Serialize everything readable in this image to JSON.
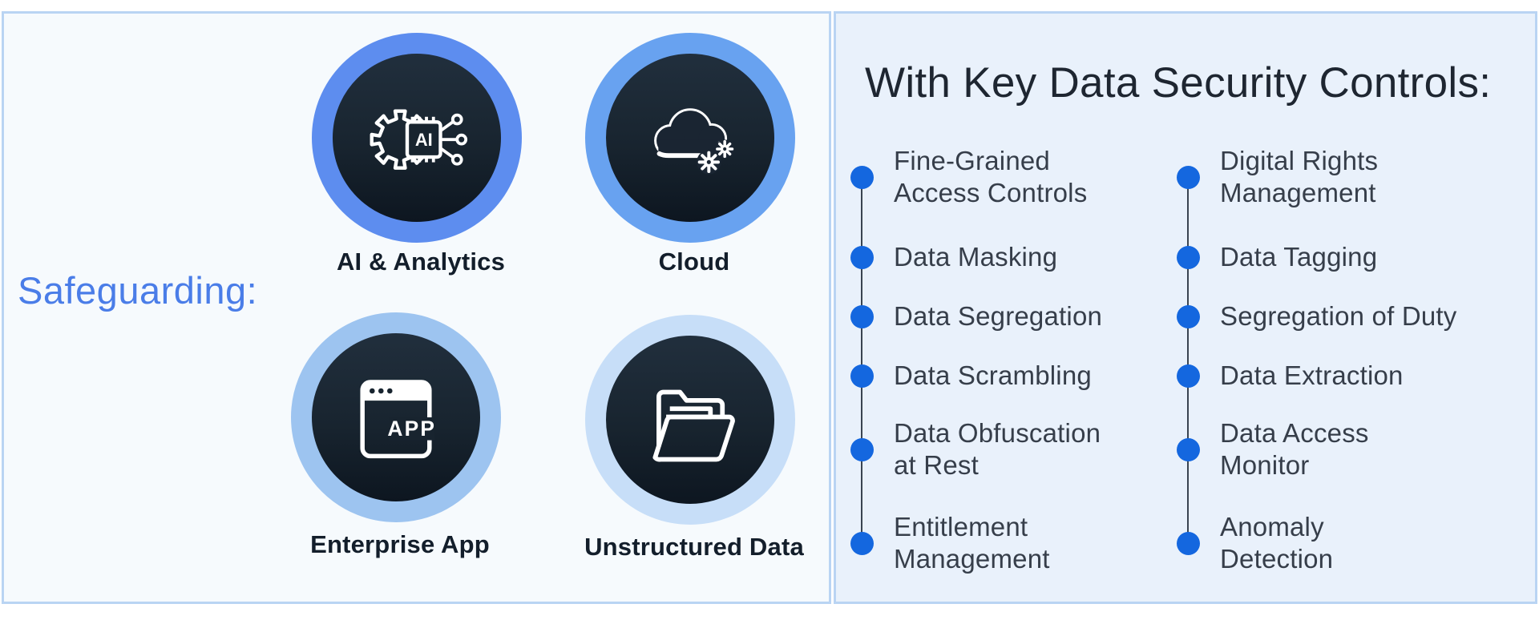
{
  "left_panel": {
    "heading": "Safeguarding:",
    "cards": [
      {
        "label": "AI & Analytics",
        "icon": "ai-chip-gear-icon",
        "ring_color": "#5d8def",
        "chip_text": "AI"
      },
      {
        "label": "Cloud",
        "icon": "cloud-gears-icon",
        "ring_color": "#68a2f0"
      },
      {
        "label": "Enterprise App",
        "icon": "app-window-icon",
        "ring_color": "#9dc4f0",
        "window_text": "APP"
      },
      {
        "label": "Unstructured Data",
        "icon": "open-folder-icon",
        "ring_color": "#c7def8"
      }
    ]
  },
  "right_panel": {
    "title": "With Key Data Security Controls:",
    "bullet_color": "#1467df",
    "columns": [
      {
        "items": [
          {
            "lines": [
              "Fine-Grained",
              "Access Controls"
            ]
          },
          {
            "lines": [
              "Data Masking"
            ]
          },
          {
            "lines": [
              "Data Segregation"
            ]
          },
          {
            "lines": [
              "Data Scrambling"
            ]
          },
          {
            "lines": [
              "Data Obfuscation",
              "at Rest"
            ]
          },
          {
            "lines": [
              "Entitlement",
              "Management"
            ]
          }
        ]
      },
      {
        "items": [
          {
            "lines": [
              "Digital Rights",
              "Management"
            ]
          },
          {
            "lines": [
              "Data Tagging"
            ]
          },
          {
            "lines": [
              "Segregation of Duty"
            ]
          },
          {
            "lines": [
              "Data Extraction"
            ]
          },
          {
            "lines": [
              "Data Access",
              "Monitor"
            ]
          },
          {
            "lines": [
              "Anomaly",
              "Detection"
            ]
          }
        ]
      }
    ]
  },
  "colors": {
    "page_background": "#ffffff",
    "left_panel_background": "#f6fafd",
    "right_panel_background": "#e9f1fb",
    "panel_border": "#b9d4f3",
    "heading_blue": "#4a7de8",
    "bullet_blue": "#1467df",
    "connector_line": "#3a4450",
    "dark_circle_top": "#212f3d",
    "dark_circle_bottom": "#0d1620",
    "title_text": "#1e2631",
    "list_text": "#363e4a",
    "label_text": "#131e2b"
  }
}
